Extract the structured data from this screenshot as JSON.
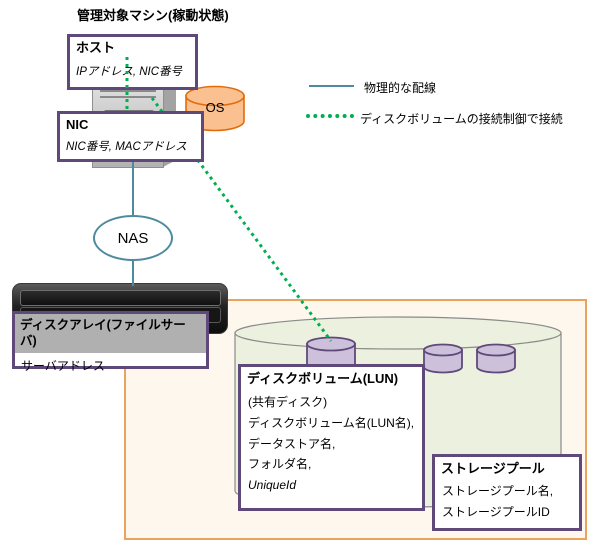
{
  "title": "管理対象マシン(稼動状態)",
  "legend": {
    "physical_label": "物理的な配線",
    "control_label": "ディスクボリュームの接続制御で接続"
  },
  "host": {
    "title": "ホスト",
    "body": "IPアドレス, NIC番号"
  },
  "os": {
    "label": "OS"
  },
  "nic": {
    "title": "NIC",
    "body": "NIC番号, MACアドレス"
  },
  "nas": {
    "label": "NAS"
  },
  "disk_array": {
    "title": "ディスクアレイ(ファイルサーバ)",
    "body": "サーバアドレス"
  },
  "disk_volume": {
    "title": "ディスクボリューム(LUN)",
    "subtitle": "(共有ディスク)",
    "lines": [
      "ディスクボリューム名(LUN名),",
      "データストア名,",
      "フォルダ名,",
      "UniqueId"
    ]
  },
  "storage_pool": {
    "title": "ストレージプール",
    "lines": [
      "ストレージプール名,",
      "ストレージプールID"
    ]
  },
  "colors": {
    "box_border": "#5f497a",
    "physical_line": "#4e8a9e",
    "control_line": "#00b050",
    "os_fill": "#fac090",
    "os_border": "#e36c0a",
    "pool_cylinder_fill": "#ebf1de",
    "volume_cylinder_fill": "#ccc0da",
    "zone_border": "#e8a35c"
  }
}
